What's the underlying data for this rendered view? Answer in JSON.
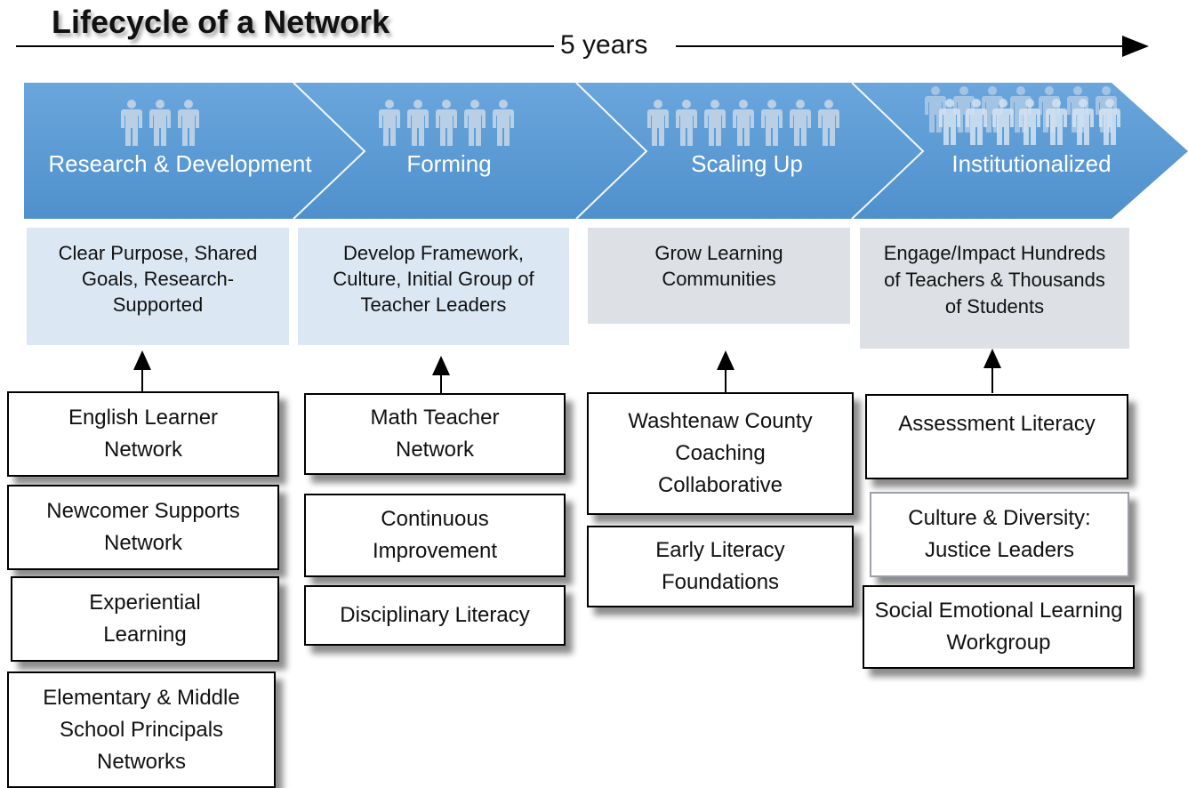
{
  "title": "Lifecycle of a Network",
  "timeline": {
    "label": "5 years"
  },
  "colors": {
    "chevron": "#5b9bd5",
    "desc_blue": "#dbe8f4",
    "desc_gray": "#dde1e5",
    "people": "#b8cfe6"
  },
  "stages": [
    {
      "label": "Research & Development",
      "people_count": 3,
      "description": "Clear Purpose, Shared Goals, Research-Supported",
      "networks": [
        "English Learner Network",
        "Newcomer Supports Network",
        "Experiential Learning",
        "Elementary & Middle School Principals Networks"
      ]
    },
    {
      "label": "Forming",
      "people_count": 5,
      "description": "Develop Framework, Culture, Initial Group of Teacher Leaders",
      "networks": [
        "Math Teacher Network",
        "Continuous Improvement",
        "Disciplinary Literacy"
      ]
    },
    {
      "label": "Scaling Up",
      "people_count": 7,
      "description": "Grow Learning Communities",
      "networks": [
        "Washtenaw County Coaching Collaborative",
        "Early Literacy Foundations"
      ]
    },
    {
      "label": "Institutionalized",
      "people_count": 14,
      "description": "Engage/Impact Hundreds of Teachers & Thousands of Students",
      "networks": [
        "Assessment Literacy",
        "Culture & Diversity: Justice Leaders",
        "Social Emotional Learning Workgroup"
      ]
    }
  ]
}
